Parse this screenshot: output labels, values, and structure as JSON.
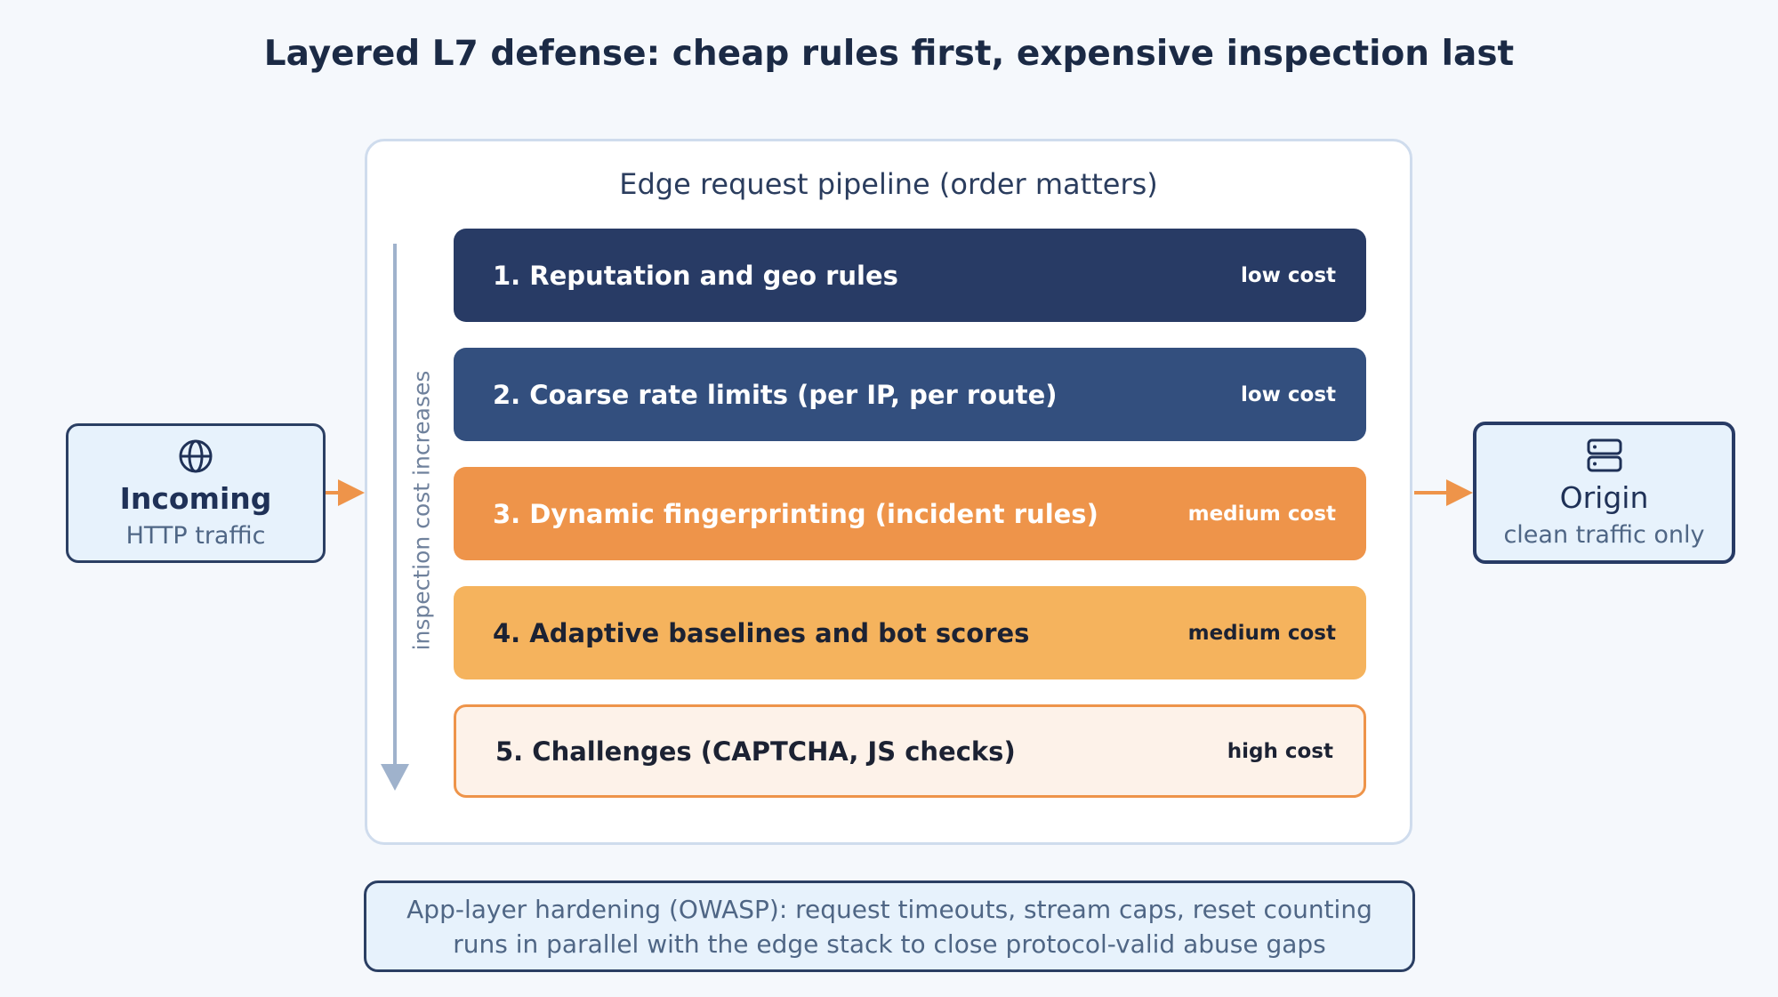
{
  "title": "Layered L7 defense: cheap rules first, expensive inspection last",
  "pipeline": {
    "title": "Edge request pipeline (order matters)",
    "axis_label": "inspection cost increases",
    "stages": [
      {
        "label": "1. Reputation and geo rules",
        "cost": "low cost",
        "color": "#283b65"
      },
      {
        "label": "2. Coarse rate limits (per IP, per route)",
        "cost": "low cost",
        "color": "#334f7e"
      },
      {
        "label": "3. Dynamic fingerprinting (incident rules)",
        "cost": "medium cost",
        "color": "#ee944a"
      },
      {
        "label": "4. Adaptive baselines and bot scores",
        "cost": "medium cost",
        "color": "#f5b35d"
      },
      {
        "label": "5. Challenges (CAPTCHA, JS checks)",
        "cost": "high cost",
        "color": "#fdf2e9"
      }
    ]
  },
  "incoming": {
    "icon": "globe-icon",
    "title": "Incoming",
    "subtitle": "HTTP traffic"
  },
  "origin": {
    "icon": "server-icon",
    "title": "Origin",
    "subtitle": "clean traffic only"
  },
  "note": {
    "line1": "App-layer hardening (OWASP): request timeouts, stream caps, reset counting",
    "line2": "runs in parallel with the edge stack to close protocol-valid abuse gaps"
  },
  "colors": {
    "accent": "#ee944a",
    "navy": "#283b65",
    "node_fill": "#e7f2fc"
  }
}
